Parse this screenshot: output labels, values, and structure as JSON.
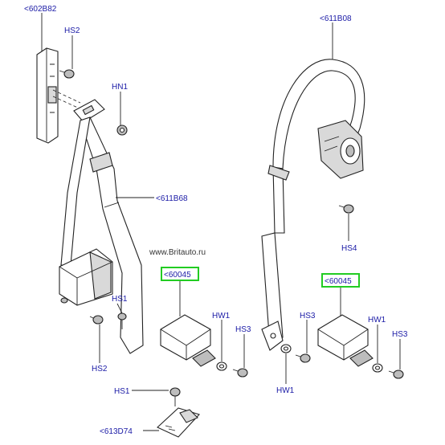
{
  "colors": {
    "label": "#1a1aa6",
    "highlight": "#22cc22",
    "line": "#222222",
    "watermark": "#333333"
  },
  "watermark": "www.Britauto.ru",
  "labels": {
    "l602b82": "<602B82",
    "hs2_top": "HS2",
    "hn1": "HN1",
    "l611b68": "<611B68",
    "l611b08": "<611B08",
    "hs4": "HS4",
    "l60045_left": "<60045",
    "l60045_right": "<60045",
    "hs1_mid": "HS1",
    "hs2_bottom": "HS2",
    "hw1_left": "HW1",
    "hs3_left": "HS3",
    "hs3_right": "HS3",
    "hw1_right": "HW1",
    "hs3_far_right": "HS3",
    "hw1_bottom": "HW1",
    "hs1_bottom": "HS1",
    "l613d74": "<613D74"
  }
}
